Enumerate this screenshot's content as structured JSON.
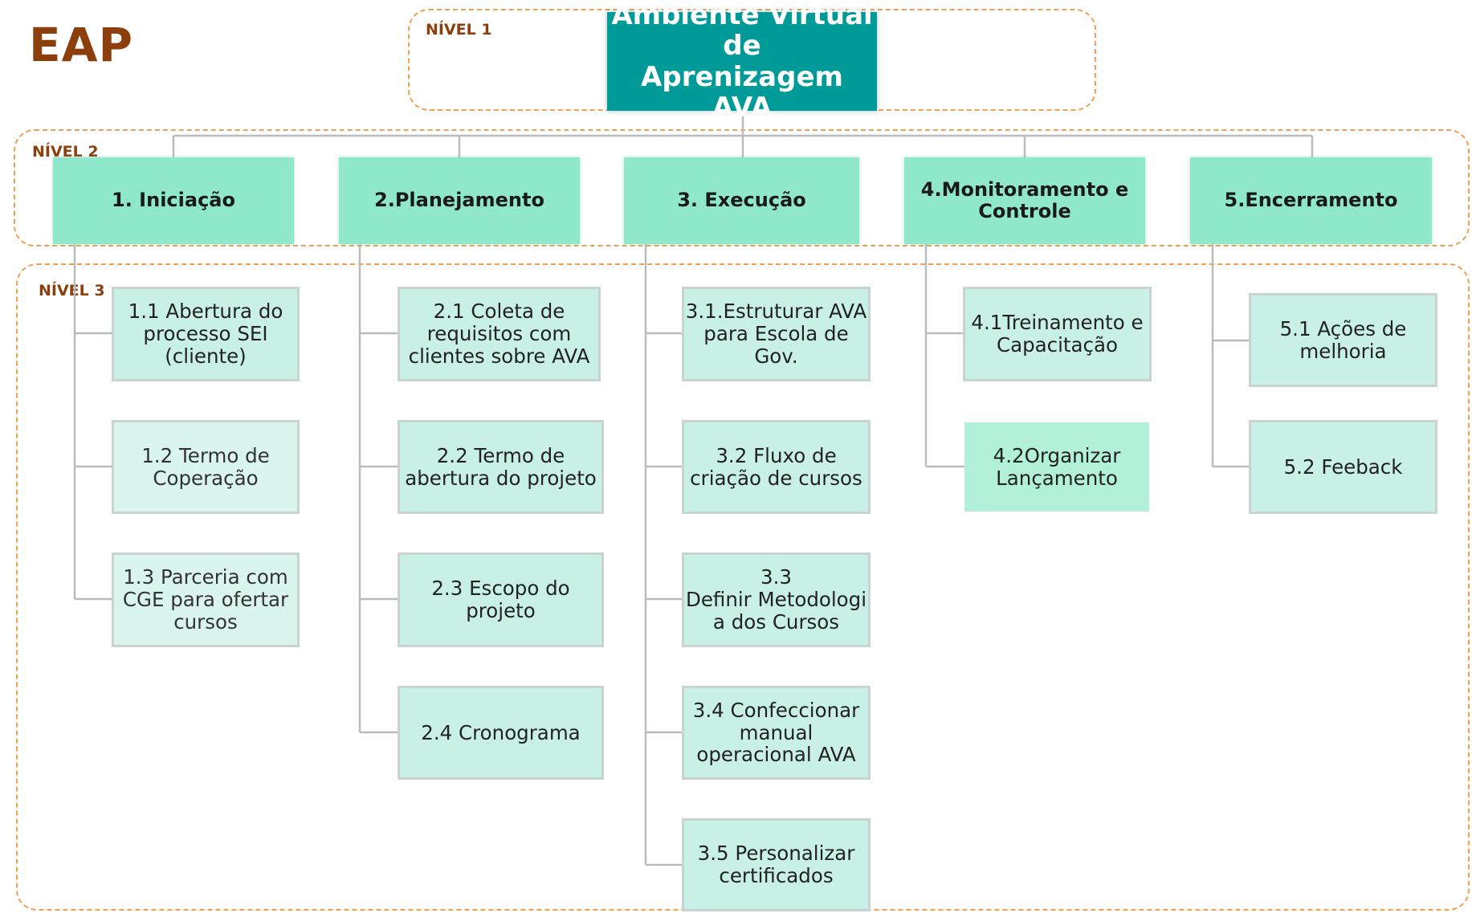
{
  "title": "EAP",
  "levels": {
    "l1": "NÍVEL 1",
    "l2": "NÍVEL 2",
    "l3": "NÍVEL 3"
  },
  "root": "Ambiente Virtual de\nAprenizagem  AVA",
  "phases": [
    {
      "label": "1. Iniciação",
      "tasks": [
        "1.1 Abertura do\nprocesso SEI\n(cliente)",
        "1.2 Termo de\nCoperação",
        "1.3 Parceria com\nCGE para ofertar\ncursos"
      ]
    },
    {
      "label": "2.Planejamento",
      "tasks": [
        "2.1 Coleta de\nrequisitos com\nclientes sobre AVA",
        "2.2 Termo de\nabertura do projeto",
        "2.3 Escopo do\nprojeto",
        "2.4 Cronograma"
      ]
    },
    {
      "label": "3. Execução",
      "tasks": [
        "3.1.Estruturar AVA\npara Escola de\nGov.",
        "3.2 Fluxo de\ncriação de cursos",
        "3.3\nDefinir Metodologi\na dos Cursos",
        "3.4 Confeccionar\nmanual\noperacional AVA",
        "3.5 Personalizar\ncertificados"
      ]
    },
    {
      "label": "4.Monitoramento e\nControle",
      "tasks": [
        "4.1Treinamento e\nCapacitação",
        "4.2Organizar\nLançamento"
      ]
    },
    {
      "label": "5.Encerramento",
      "tasks": [
        "5.1 Ações de\nmelhoria",
        "5.2 Feeback"
      ]
    }
  ],
  "colors": {
    "root": "#009a99",
    "phase": "#8fe8c9",
    "task": "#c8f0e6",
    "frame": "#f0a050",
    "label": "#8b3f0d",
    "connector": "#b8bcbc"
  }
}
